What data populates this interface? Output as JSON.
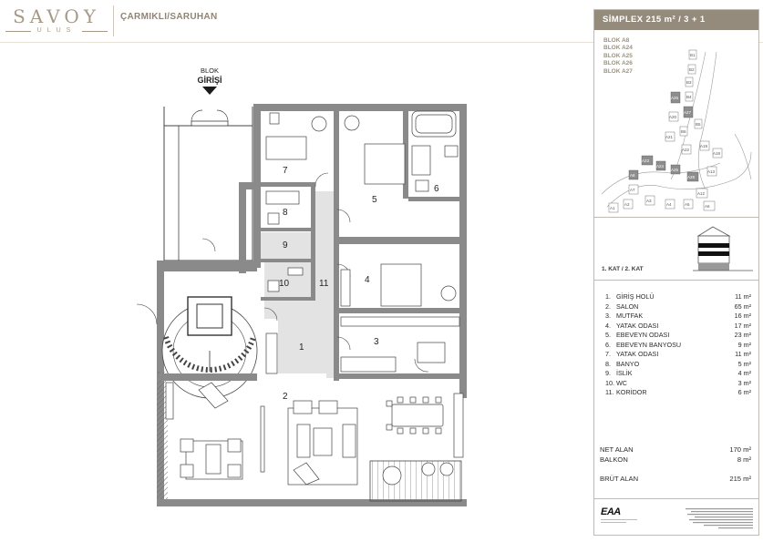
{
  "brand": {
    "name": "SAVOY",
    "sub": "ULUS"
  },
  "location": "ÇARMIKLI/SARUHAN",
  "plan": {
    "entrance_label_1": "BLOK",
    "entrance_label_2": "GİRİŞİ",
    "room_numbers": [
      "1",
      "2",
      "3",
      "4",
      "5",
      "6",
      "7",
      "8",
      "9",
      "10",
      "11"
    ]
  },
  "panel": {
    "title": "SİMPLEX 215 m² / 3 + 1",
    "blocks": [
      "BLOK A8",
      "BLOK A24",
      "BLOK A25",
      "BLOK A26",
      "BLOK A27"
    ],
    "site_labels": [
      "B1",
      "B2",
      "B3",
      "A26",
      "B4",
      "A27",
      "B5",
      "A20",
      "A21",
      "B6",
      "A19",
      "A22",
      "A18",
      "A23",
      "A24",
      "A25",
      "A28",
      "A13",
      "A8",
      "A7",
      "A12",
      "A1",
      "A2",
      "A3",
      "A4",
      "A5",
      "A6"
    ],
    "floor_label": "1. KAT / 2. KAT",
    "rooms": [
      {
        "n": "1.",
        "name": "GİRİŞ HOLÜ",
        "area": "11 m²"
      },
      {
        "n": "2.",
        "name": "SALON",
        "area": "65 m²"
      },
      {
        "n": "3.",
        "name": "MUTFAK",
        "area": "16 m²"
      },
      {
        "n": "4.",
        "name": "YATAK ODASI",
        "area": "17 m²"
      },
      {
        "n": "5.",
        "name": "EBEVEYN ODASI",
        "area": "23 m²"
      },
      {
        "n": "6.",
        "name": "EBEVEYN BANYOSU",
        "area": "9 m²"
      },
      {
        "n": "7.",
        "name": "YATAK ODASI",
        "area": "11 m²"
      },
      {
        "n": "8.",
        "name": "BANYO",
        "area": "5 m²"
      },
      {
        "n": "9.",
        "name": "İSLİK",
        "area": "4 m²"
      },
      {
        "n": "10.",
        "name": "WC",
        "area": "3 m²"
      },
      {
        "n": "11.",
        "name": "KORİDOR",
        "area": "6 m²"
      }
    ],
    "net_label": "NET ALAN",
    "net_value": "170 m²",
    "balkon_label": "BALKON",
    "balkon_value": "8 m²",
    "brut_label": "BRÜT ALAN",
    "brut_value": "215 m²",
    "architect": "EAA"
  }
}
